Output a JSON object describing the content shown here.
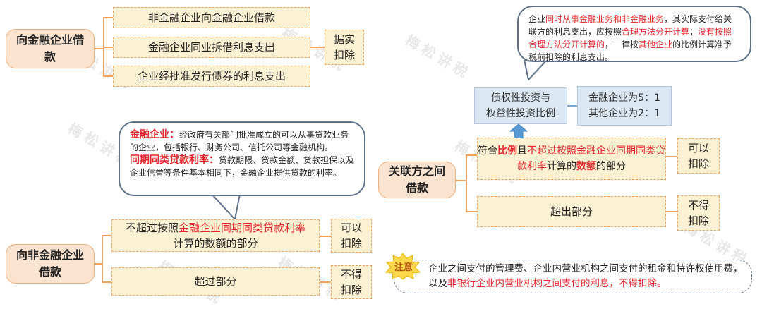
{
  "top_left": {
    "title": "向金融企业借款",
    "items": [
      "非金融企业向金融企业借款",
      "金融企业同业拆借利息支出",
      "企业经批准发行债券的利息支出"
    ],
    "result": "据实\n扣除"
  },
  "callout_left": {
    "term1_label": "金融企业：",
    "term1_text": "经政府有关部门批准成立的可以从事贷款业务的企业，包括银行、财务公司、信托公司等金融机构。",
    "term2_label": "同期同类贷款利率：",
    "term2_text": "贷款期限、贷款金额、贷款担保以及企业信誉等条件基本相同下，金融企业提供贷款的利率。"
  },
  "bottom_left": {
    "title": "向非金融企业借款",
    "item1_prefix": "不超过按照",
    "item1_highlight": "金融企业同期同类贷款利率",
    "item1_suffix": "计算的数额的部分",
    "result1": "可以\n扣除",
    "item2": "超过部分",
    "result2": "不得\n扣除"
  },
  "callout_right": {
    "s1": "企业",
    "s2": "同时从事金融业务和非金融业务",
    "s3": "，其实际支付给关联方的利息支出，应按照",
    "s4": "合理方法分开计算",
    "s5": "；",
    "s6": "没有按照合理方法分开计算的",
    "s7": "，一律按",
    "s8": "其他企业",
    "s9": "的比例计算准予税前扣除的利息支出。"
  },
  "right": {
    "ratio_label": "债权性投资与\n权益性投资比例",
    "ratio_financial": "金融企业为5：1",
    "ratio_other": "其他企业为2：1",
    "title": "关联方之间借款",
    "item1_a": "符合",
    "item1_b": "比例",
    "item1_c": "且",
    "item1_d": "不超过按照金融企业同期同类贷款利率",
    "item1_e": "计算的",
    "item1_f": "数额",
    "item1_g": "的部分",
    "result1": "可以\n扣除",
    "item2": "超出部分",
    "result2": "不得\n扣除"
  },
  "note": {
    "tag": "注意",
    "text_a": "企业之间支付的管理费、企业内营业机构之间支付的租金和特许权使用费，以及",
    "text_b": "非银行企业内营业机构之间支付的利息，不得扣除。"
  },
  "watermark": "梅松讲税",
  "colors": {
    "orange_border": "#f2a25a",
    "fill_light": "#fdf1d3",
    "red": "#e8262b",
    "blue_fill": "#dbe7f3",
    "callout_border": "#5e7089"
  }
}
